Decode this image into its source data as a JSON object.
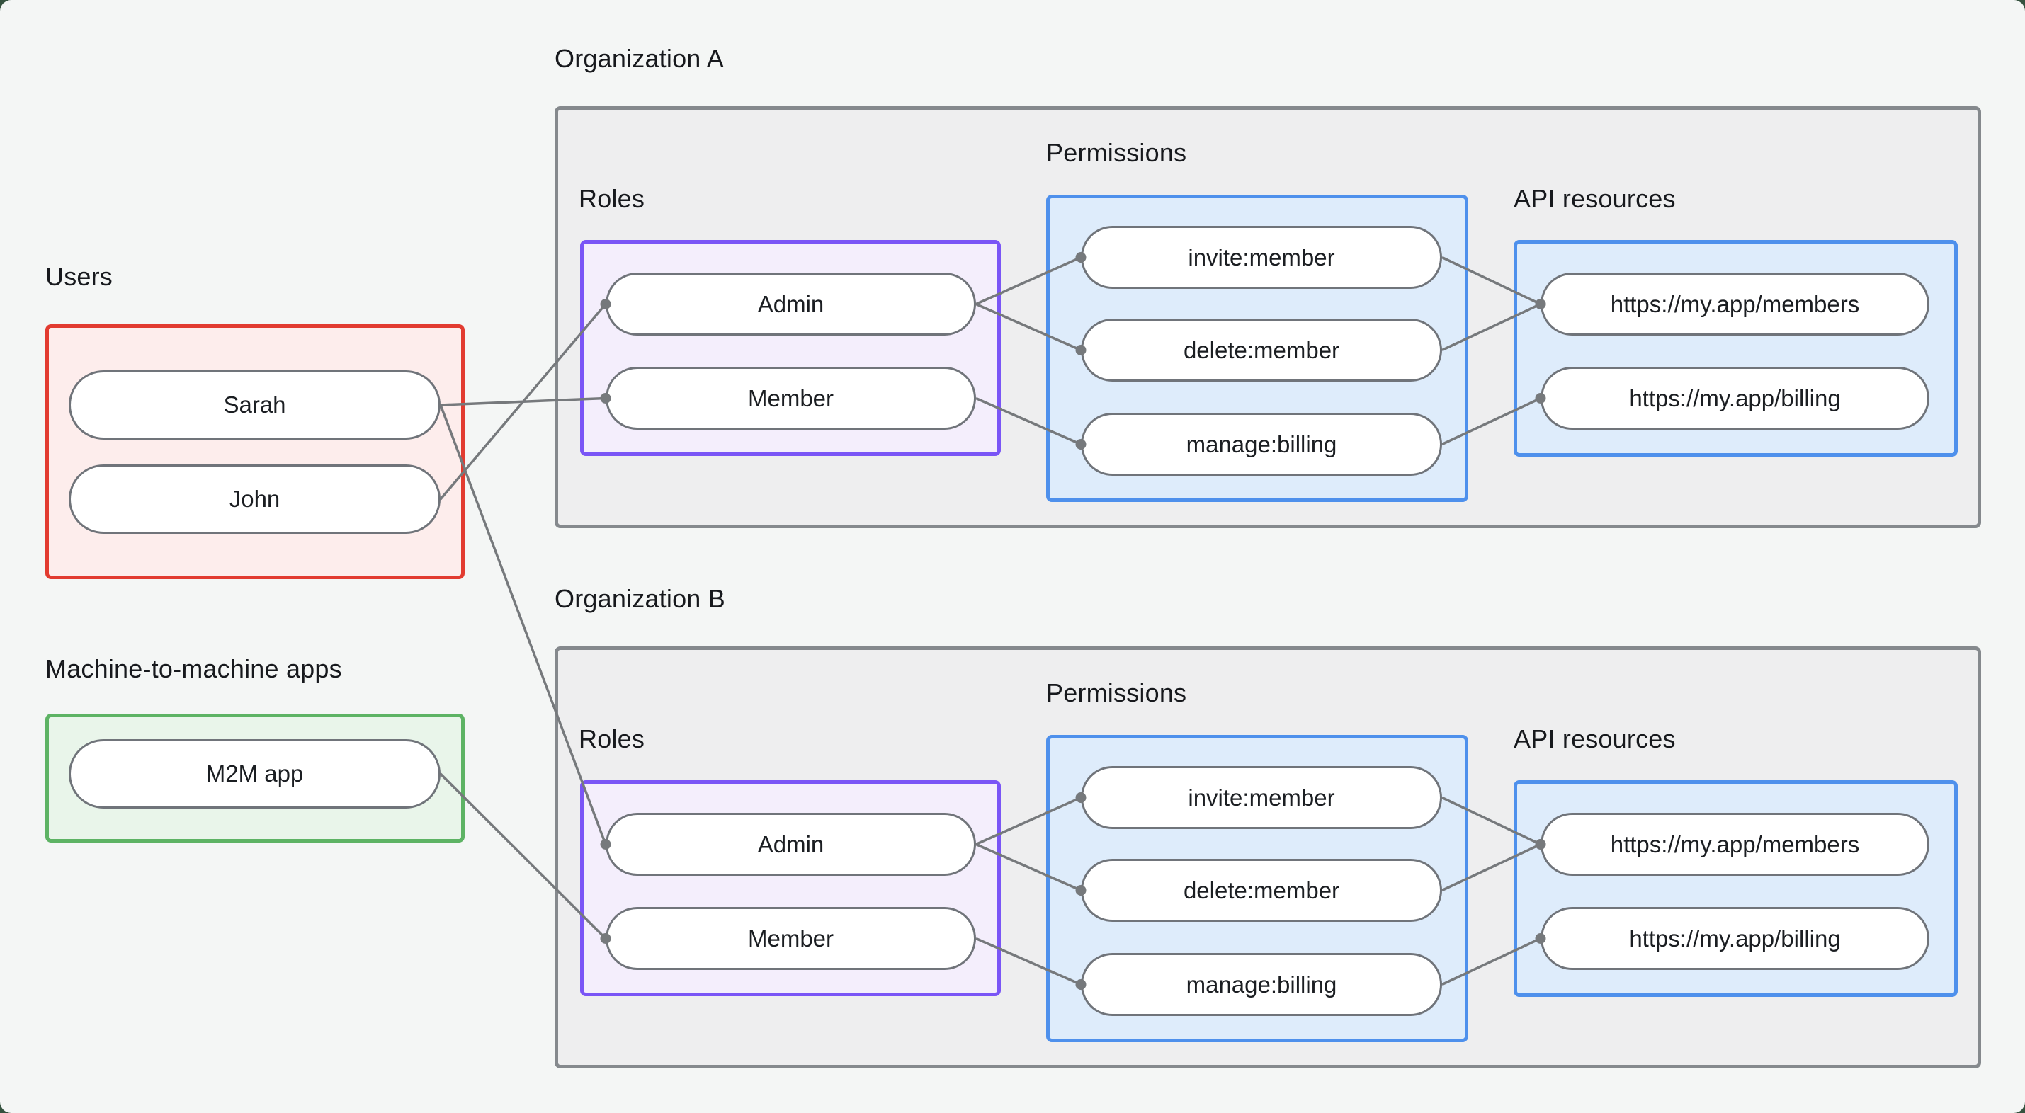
{
  "users_group": {
    "label": "Users",
    "items": [
      {
        "id": "sarah",
        "label": "Sarah"
      },
      {
        "id": "john",
        "label": "John"
      }
    ]
  },
  "m2m_group": {
    "label": "Machine-to-machine apps",
    "items": [
      {
        "id": "m2m",
        "label": "M2M app"
      }
    ]
  },
  "organizations": [
    {
      "title": "Organization A",
      "roles": {
        "label": "Roles",
        "items": [
          {
            "id": "admin-a",
            "label": "Admin"
          },
          {
            "id": "member-a",
            "label": "Member"
          }
        ]
      },
      "permissions": {
        "label": "Permissions",
        "items": [
          {
            "id": "invite-a",
            "label": "invite:member"
          },
          {
            "id": "delete-a",
            "label": "delete:member"
          },
          {
            "id": "manage-a",
            "label": "manage:billing"
          }
        ]
      },
      "api_resources": {
        "label": "API resources",
        "items": [
          {
            "id": "members-a",
            "label": "https://my.app/members"
          },
          {
            "id": "billing-a",
            "label": "https://my.app/billing"
          }
        ]
      }
    },
    {
      "title": "Organization B",
      "roles": {
        "label": "Roles",
        "items": [
          {
            "id": "admin-b",
            "label": "Admin"
          },
          {
            "id": "member-b",
            "label": "Member"
          }
        ]
      },
      "permissions": {
        "label": "Permissions",
        "items": [
          {
            "id": "invite-b",
            "label": "invite:member"
          },
          {
            "id": "delete-b",
            "label": "delete:member"
          },
          {
            "id": "manage-b",
            "label": "manage:billing"
          }
        ]
      },
      "api_resources": {
        "label": "API resources",
        "items": [
          {
            "id": "members-b",
            "label": "https://my.app/members"
          },
          {
            "id": "billing-b",
            "label": "https://my.app/billing"
          }
        ]
      }
    }
  ],
  "edges": [
    {
      "from": "sarah",
      "to": "member-a"
    },
    {
      "from": "john",
      "to": "admin-a"
    },
    {
      "from": "sarah",
      "to": "admin-b"
    },
    {
      "from": "m2m",
      "to": "member-b"
    },
    {
      "from": "admin-a",
      "to": "invite-a"
    },
    {
      "from": "admin-a",
      "to": "delete-a"
    },
    {
      "from": "member-a",
      "to": "manage-a"
    },
    {
      "from": "invite-a",
      "to": "members-a"
    },
    {
      "from": "delete-a",
      "to": "members-a"
    },
    {
      "from": "manage-a",
      "to": "billing-a"
    },
    {
      "from": "admin-b",
      "to": "invite-b"
    },
    {
      "from": "admin-b",
      "to": "delete-b"
    },
    {
      "from": "member-b",
      "to": "manage-b"
    },
    {
      "from": "invite-b",
      "to": "members-b"
    },
    {
      "from": "delete-b",
      "to": "members-b"
    },
    {
      "from": "manage-b",
      "to": "billing-b"
    }
  ],
  "colors": {
    "edge": "#76797c",
    "users_border": "#e23b30",
    "m2m_border": "#5db364",
    "roles_border": "#7a55f6",
    "blue_border": "#4e90ec",
    "org_border": "#85898d",
    "background": "#f4f6f5"
  }
}
